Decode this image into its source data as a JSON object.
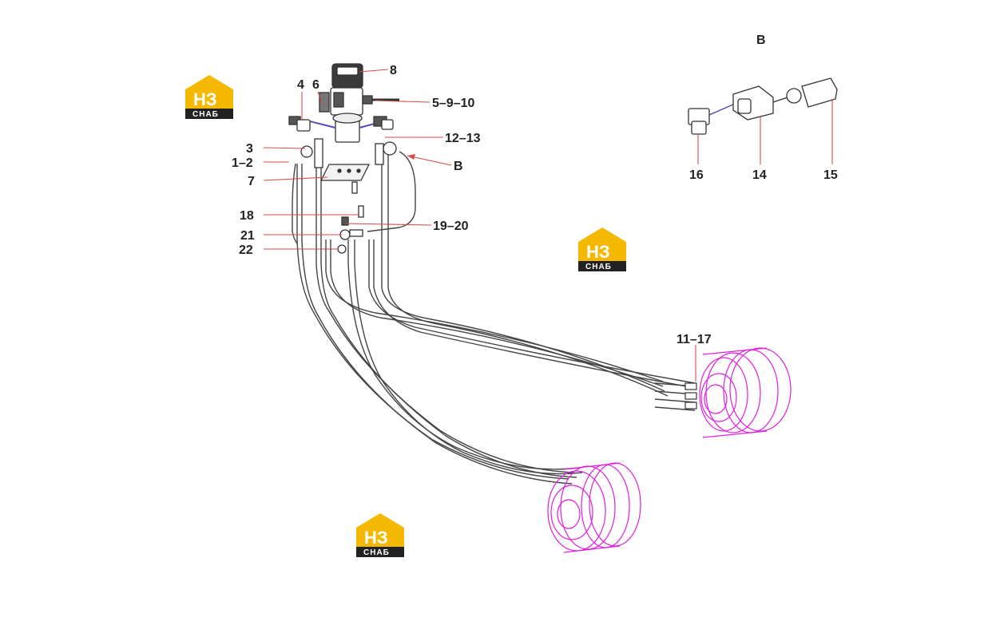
{
  "colors": {
    "leader": "#d64a4a",
    "hose": "#444444",
    "motor": "#e11ee1",
    "part": "#333333",
    "logo_yellow": "#f5b800",
    "logo_dark": "#222222"
  },
  "logo": {
    "mark": "НЗ",
    "caption": "СНАБ"
  },
  "detail": {
    "title": "B"
  },
  "callouts": {
    "c8": "8",
    "c4": "4",
    "c6": "6",
    "c5_9_10": "5–9–10",
    "c12_13": "12–13",
    "c3": "3",
    "c1_2": "1–2",
    "cB": "B",
    "c7": "7",
    "c18": "18",
    "c19_20": "19–20",
    "c21": "21",
    "c22": "22",
    "c11_17": "11–17",
    "c16": "16",
    "c14": "14",
    "c15": "15"
  }
}
